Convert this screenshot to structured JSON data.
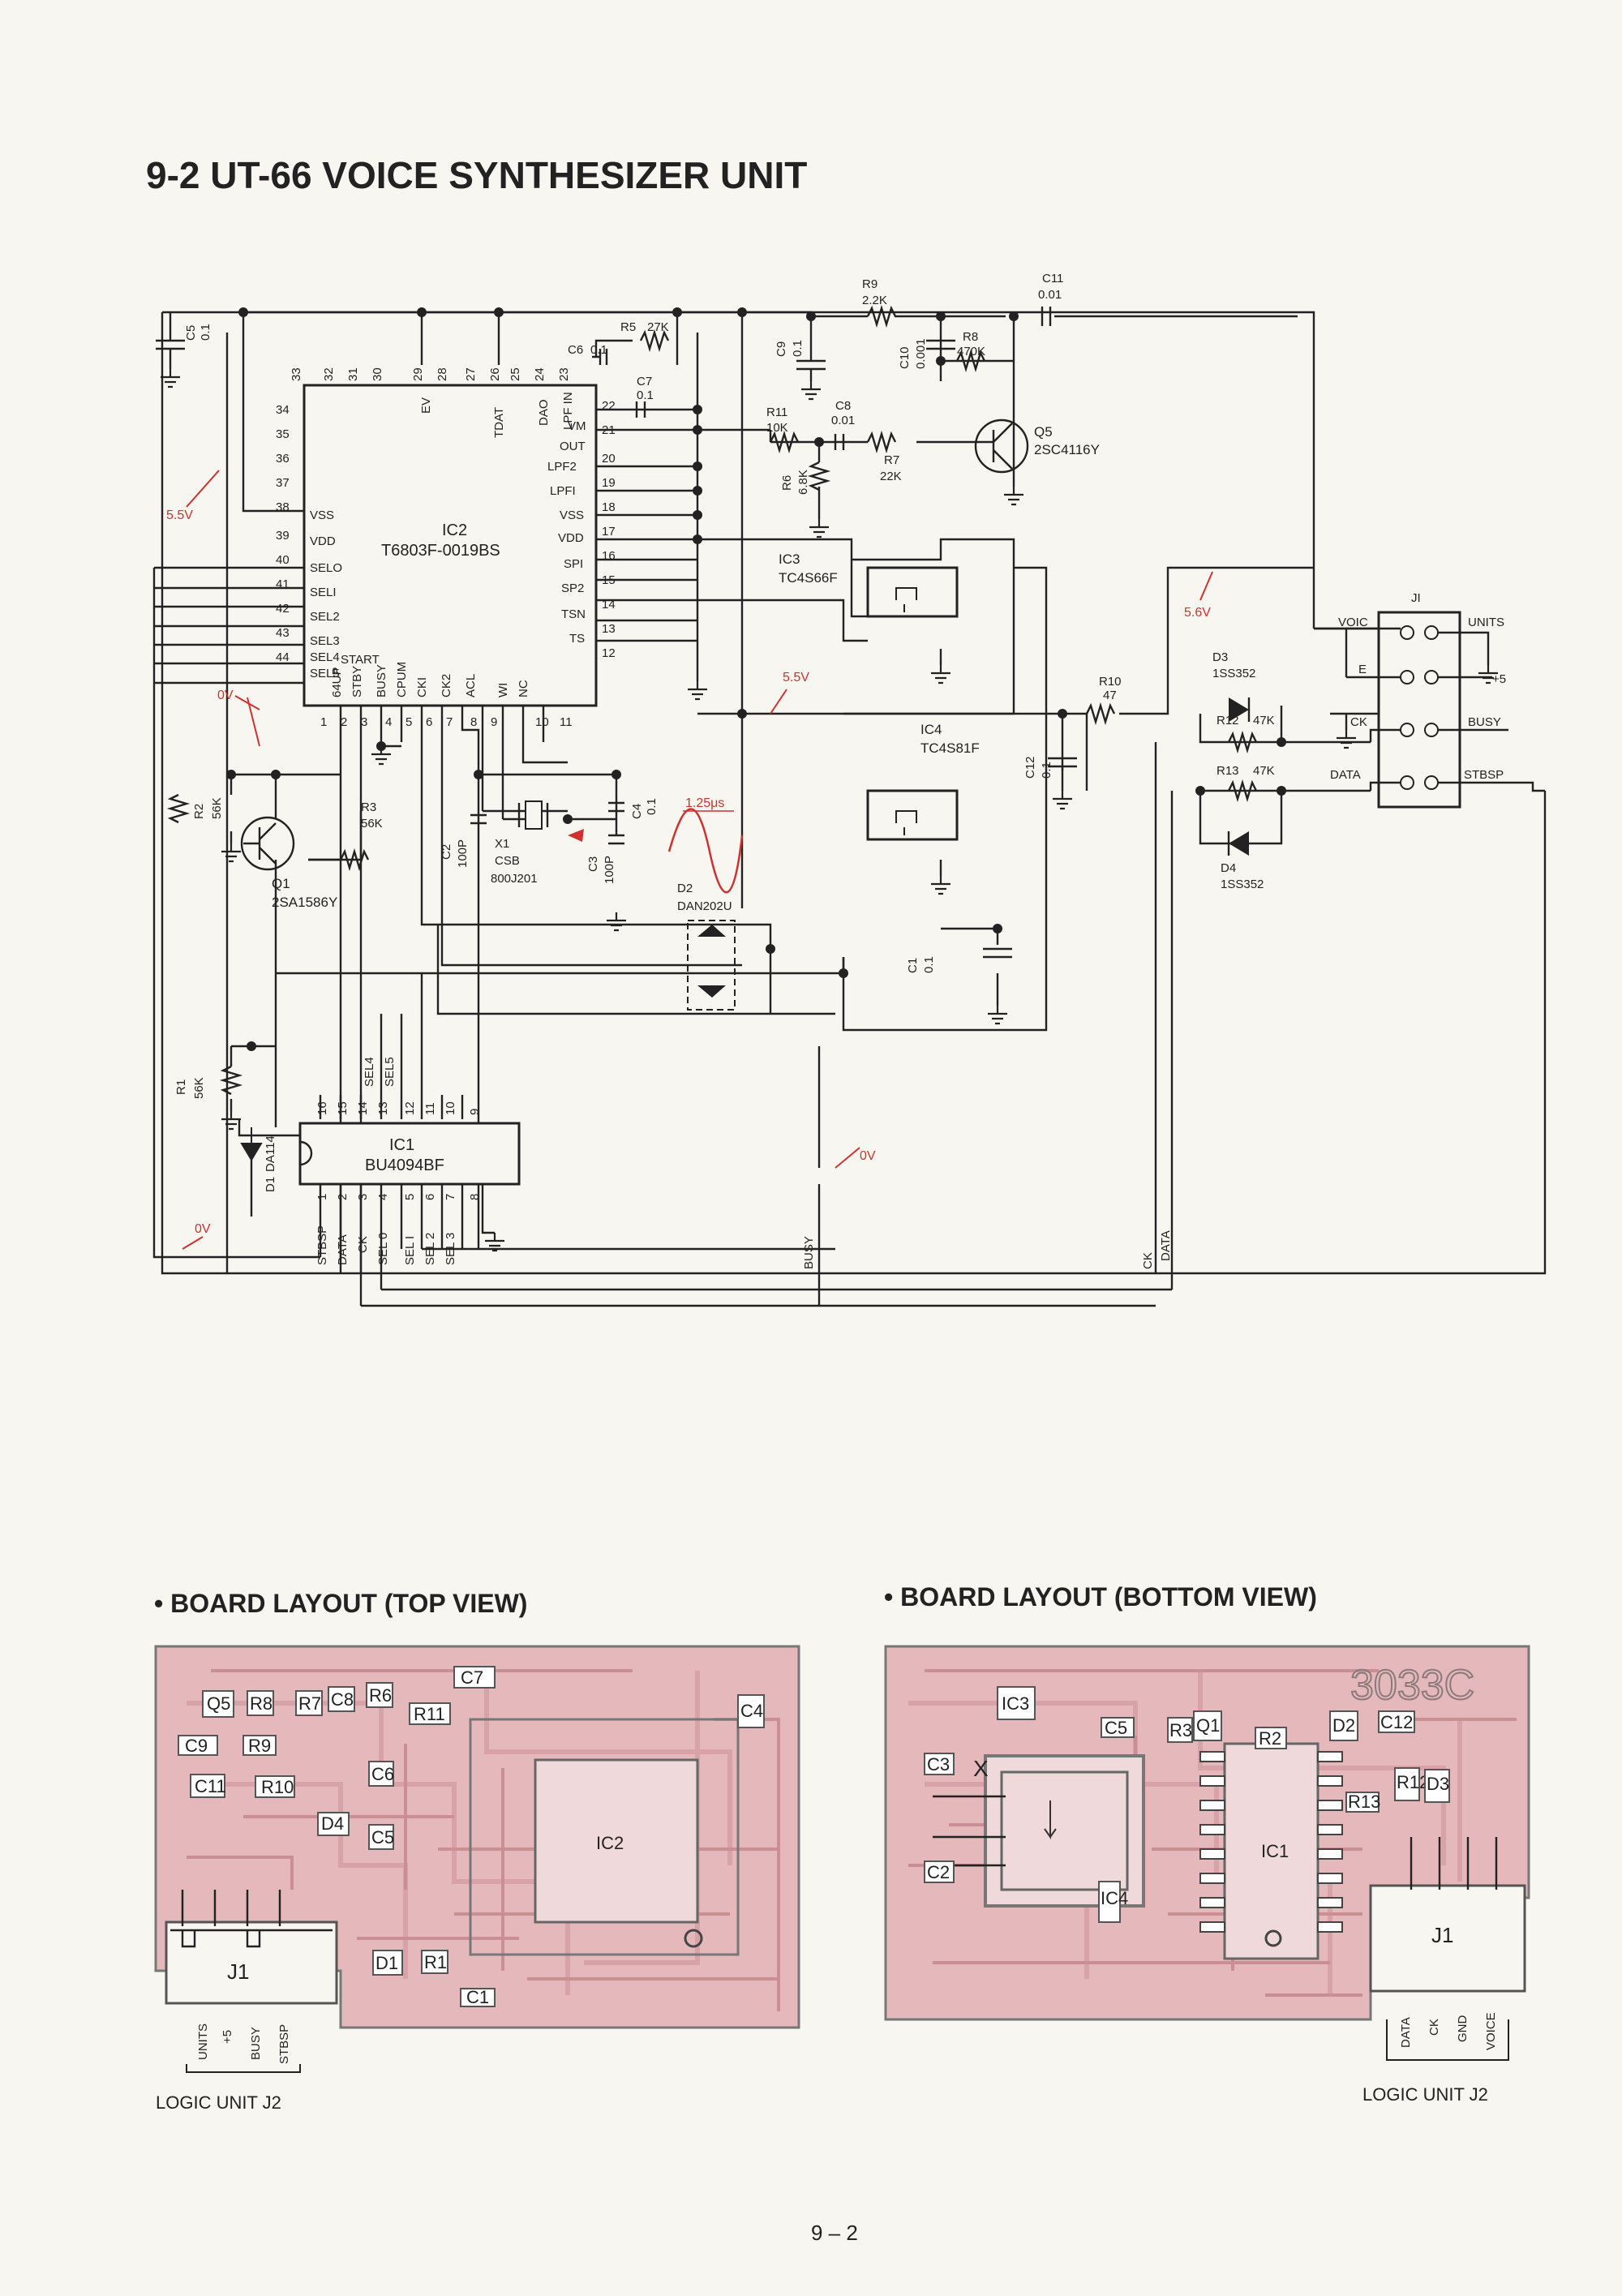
{
  "page": {
    "title": "9-2 UT-66 VOICE SYNTHESIZER UNIT",
    "page_number": "9 – 2"
  },
  "ics": {
    "ic2": {
      "ref": "IC2",
      "part": "T6803F-0019BS"
    },
    "ic1": {
      "ref": "IC1",
      "part": "BU4094BF"
    },
    "ic3": {
      "ref": "IC3",
      "part": "TC4S66F"
    },
    "ic4": {
      "ref": "IC4",
      "part": "TC4S81F"
    }
  },
  "transistors": {
    "q1": {
      "ref": "Q1",
      "part": "2SA1586Y"
    },
    "q5": {
      "ref": "Q5",
      "part": "2SC4116Y"
    }
  },
  "diodes": {
    "d1": {
      "ref": "D1",
      "part": "DA114"
    },
    "d2": {
      "ref": "D2",
      "part": "DAN202U"
    },
    "d3": {
      "ref": "D3",
      "part": "1SS352"
    },
    "d4": {
      "ref": "D4",
      "part": "1SS352"
    }
  },
  "crystal": {
    "ref": "X1",
    "part_a": "CSB",
    "part_b": "800J201"
  },
  "resistors": {
    "r1": {
      "ref": "R1",
      "value": "56K"
    },
    "r2": {
      "ref": "R2",
      "value": "56K"
    },
    "r3": {
      "ref": "R3",
      "value": "56K"
    },
    "r5": {
      "ref": "R5",
      "value": "27K"
    },
    "r6": {
      "ref": "R6",
      "value": "6.8K"
    },
    "r7": {
      "ref": "R7",
      "value": "22K"
    },
    "r8": {
      "ref": "R8",
      "value": "470K"
    },
    "r9": {
      "ref": "R9",
      "value": "2.2K"
    },
    "r10": {
      "ref": "R10",
      "value": "47"
    },
    "r11": {
      "ref": "R11",
      "value": "10K"
    },
    "r12": {
      "ref": "R12",
      "value": "47K"
    },
    "r13": {
      "ref": "R13",
      "value": "47K"
    }
  },
  "capacitors": {
    "c1": {
      "ref": "C1",
      "value": "0.1"
    },
    "c2": {
      "ref": "C2",
      "value": "100P"
    },
    "c3": {
      "ref": "C3",
      "value": "100P"
    },
    "c4": {
      "ref": "C4",
      "value": "0.1"
    },
    "c5": {
      "ref": "C5",
      "value": "0.1"
    },
    "c6": {
      "ref": "C6",
      "value": "0.1"
    },
    "c7": {
      "ref": "C7",
      "value": "0.1"
    },
    "c8": {
      "ref": "C8",
      "value": "0.01"
    },
    "c9": {
      "ref": "C9",
      "value": "0.1"
    },
    "c10": {
      "ref": "C10",
      "value": "0.001"
    },
    "c11": {
      "ref": "C11",
      "value": "0.01"
    },
    "c12": {
      "ref": "C12",
      "value": "0.1"
    }
  },
  "ic2_pins": {
    "top": [
      "33",
      "32",
      "31",
      "30",
      "29",
      "28",
      "27",
      "26",
      "25",
      "24",
      "23"
    ],
    "top_labels": {
      "ev": "EV",
      "tdat": "TDAT",
      "dao": "DAO",
      "lpf_in": "LPF IN"
    },
    "left_nums": [
      "34",
      "35",
      "36",
      "37",
      "38",
      "39",
      "40",
      "41",
      "42",
      "43",
      "44"
    ],
    "left_labels": [
      "VSS",
      "VDD",
      "SELO",
      "SELI",
      "SEL2",
      "SEL3",
      "SEL4",
      "SEL5",
      "START"
    ],
    "right_nums": [
      "22",
      "21",
      "20",
      "19",
      "18",
      "17",
      "16",
      "15",
      "14",
      "13",
      "12"
    ],
    "right_labels": [
      "VM",
      "OUT",
      "LPF2",
      "LPFI",
      "VSS",
      "VDD",
      "SPI",
      "SP2",
      "TSN",
      "TS"
    ],
    "bottom_nums": [
      "1",
      "2",
      "3",
      "4",
      "5",
      "6",
      "7",
      "8",
      "9",
      "10",
      "11"
    ],
    "bottom_labels": [
      "64UP",
      "STBY",
      "BUSY",
      "CPUM",
      "CKI",
      "CK2",
      "ACL",
      "WI",
      "NC"
    ]
  },
  "ic1_pins": {
    "top_nums": [
      "16",
      "15",
      "14",
      "13",
      "12",
      "11",
      "10",
      "9"
    ],
    "top_labels": [
      "SEL4",
      "SEL5"
    ],
    "bottom_nums": [
      "1",
      "2",
      "3",
      "4",
      "5",
      "6",
      "7",
      "8"
    ],
    "bottom_labels": [
      "STBSP",
      "DATA",
      "CK",
      "SEL 0",
      "SEL I",
      "SEL 2",
      "SEL 3"
    ]
  },
  "j1": {
    "ref": "JI",
    "left_labels": [
      "VOIC",
      "E",
      "CK",
      "DATA"
    ],
    "right_labels": [
      "UNITS",
      "+5",
      "BUSY",
      "STBSP"
    ]
  },
  "signals": {
    "busy": "BUSY",
    "ck": "CK",
    "data": "DATA"
  },
  "annotations": {
    "v55a": "5.5V",
    "v55b": "5.5V",
    "v56": "5.6V",
    "v0a": "0V",
    "v0b": "0V",
    "v0c": "0V",
    "period": "1.25μs"
  },
  "top_view": {
    "heading": "• BOARD LAYOUT (TOP VIEW)",
    "connector": "J1",
    "pins": [
      "UNITS",
      "+5",
      "BUSY",
      "STBSP"
    ],
    "footer": "LOGIC UNIT J2",
    "parts": [
      "Q5",
      "R8",
      "R7",
      "C8",
      "R6",
      "C7",
      "C9",
      "R9",
      "R11",
      "C11",
      "R10",
      "C6",
      "D4",
      "C5",
      "IC2",
      "C4",
      "D1",
      "R1",
      "C1"
    ]
  },
  "bottom_view": {
    "heading": "• BOARD LAYOUT (BOTTOM VIEW)",
    "connector": "J1",
    "pins": [
      "DATA",
      "CK",
      "GND",
      "VOICE"
    ],
    "footer": "LOGIC UNIT J2",
    "board_no": "3033C",
    "parts": [
      "IC3",
      "C5",
      "R3",
      "Q1",
      "R2",
      "D2",
      "C12",
      "C3",
      "X",
      "C2",
      "IC4",
      "IC1",
      "R13",
      "R12",
      "D3"
    ]
  }
}
